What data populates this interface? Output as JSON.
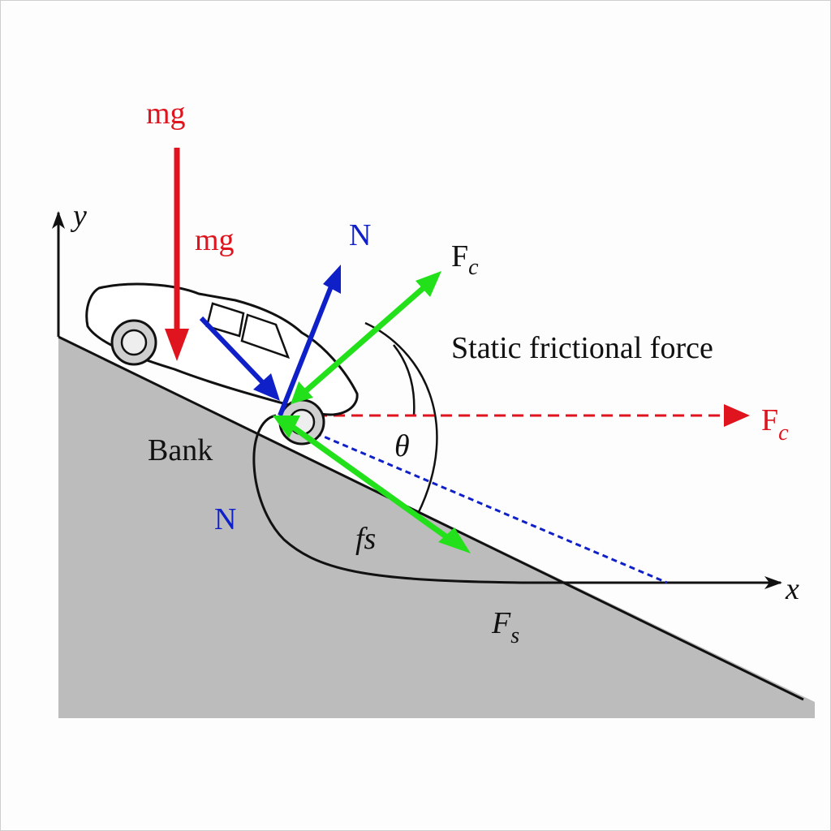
{
  "labels": {
    "mg_top": "mg",
    "mg_mid": "mg",
    "n_top": "N",
    "n_left": "N",
    "fc_top": "F",
    "fc_top_sub": "c",
    "fc_right": "F",
    "fc_right_sub": "c",
    "static_friction": "Static frictional force",
    "bank": "Bank",
    "theta": "θ",
    "fs_small": "fs",
    "fs_cap": "F",
    "fs_cap_sub": "s",
    "axis_x": "x",
    "axis_y": "y"
  },
  "colors": {
    "red": "#e0141e",
    "blue": "#1020c8",
    "green": "#22e01a",
    "ground": "#bcbcbc",
    "black": "#111111"
  },
  "icons": [
    "car-icon"
  ]
}
